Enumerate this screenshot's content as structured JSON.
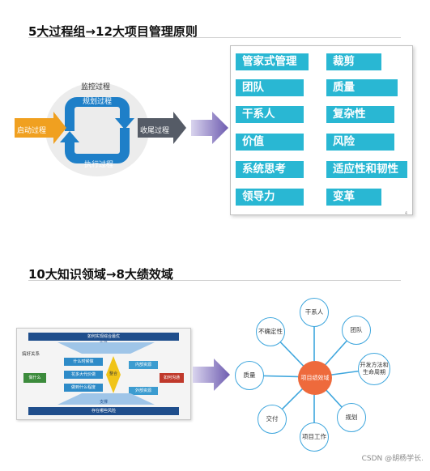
{
  "section1": {
    "title": "5大过程组→12大项目管理原则",
    "process": {
      "monitor": "监控过程",
      "plan": "规划过程",
      "start": "启动过程",
      "close": "收尾过程",
      "execute": "执行过程"
    },
    "principles": [
      "管家式管理",
      "裁剪",
      "团队",
      "质量",
      "干系人",
      "复杂性",
      "价值",
      "风险",
      "系统思考",
      "适应性和韧性",
      "领导力",
      "变革"
    ],
    "page_number": "4"
  },
  "section2": {
    "title": "10大知识领域→8大绩效域",
    "knowledge_thumb": {
      "top_bar": "如何实现综合最优",
      "top_sub": "指导",
      "left_label": "搞好关系",
      "core": "做什么",
      "mid_items": [
        "什么时候做",
        "花多大代价做",
        "做到什么程度"
      ],
      "center": "整合",
      "right_items": [
        "内部资源",
        "外部资源"
      ],
      "right_end": "如何沟通",
      "bottom_sub": "支撑",
      "bottom_bar": "存在哪些风险"
    },
    "performance_domains": {
      "center": "项目绩效域",
      "items": [
        "干系人",
        "团队",
        "开发方法和生命周期",
        "规划",
        "项目工作",
        "交付",
        "质量",
        "不确定性"
      ]
    },
    "watermark": "CSDN @胡杨学长."
  },
  "colors": {
    "tag": "#29b7d3",
    "orange": "#f0a020",
    "dark": "#555b66",
    "blue": "#1e7fc8",
    "center": "#ee6a3c",
    "node_border": "#3ea6dd",
    "arrow_purple": "#7a6ab8"
  }
}
